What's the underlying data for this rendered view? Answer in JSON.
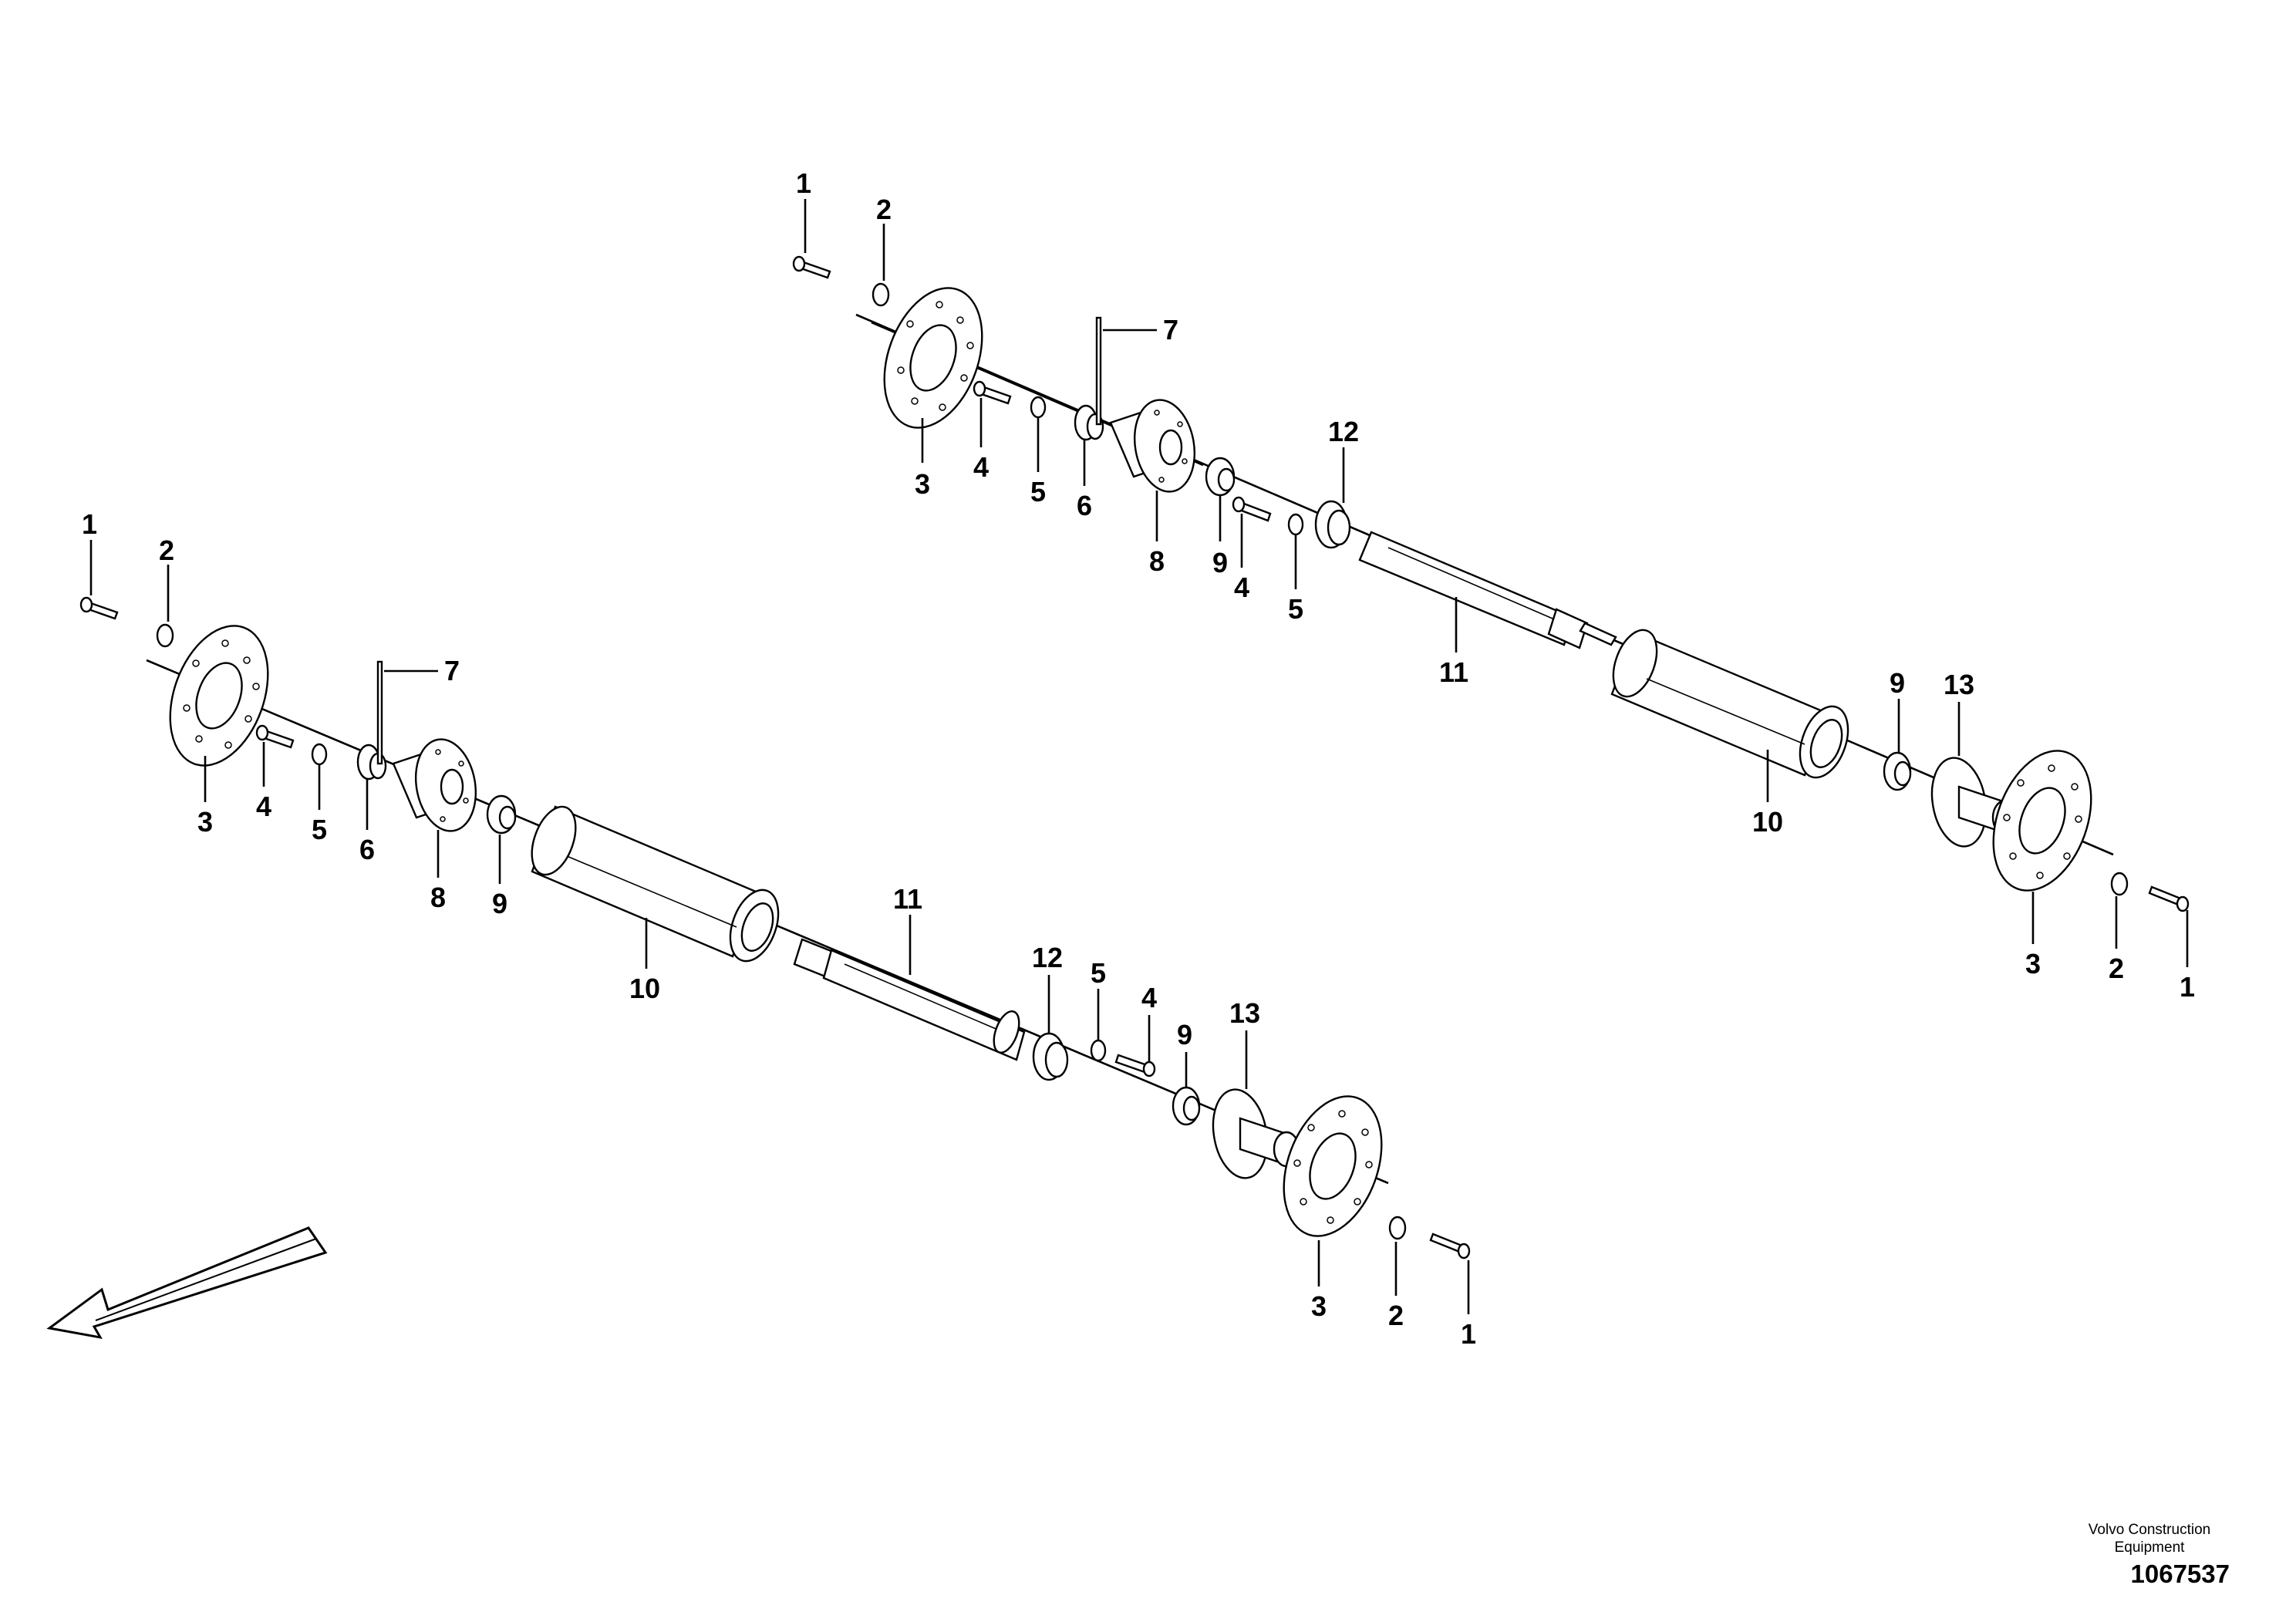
{
  "diagram": {
    "callouts": {
      "u1": "1",
      "u2": "2",
      "u3": "3",
      "u4": "4",
      "u5": "5",
      "u6": "6",
      "u7": "7",
      "u8": "8",
      "u9": "9",
      "u4b": "4",
      "u5b": "5",
      "u12": "12",
      "u11": "11",
      "u10": "10",
      "u9r": "9",
      "u13": "13",
      "u3r": "3",
      "u2r": "2",
      "u1r": "1",
      "l1": "1",
      "l2": "2",
      "l3": "3",
      "l4": "4",
      "l5": "5",
      "l6": "6",
      "l7": "7",
      "l8": "8",
      "l9": "9",
      "l10": "10",
      "l11": "11",
      "l12": "12",
      "l5b": "5",
      "l4b": "4",
      "l9r": "9",
      "l13": "13",
      "l3r": "3",
      "l2r": "2",
      "l1r": "1"
    },
    "direction_arrow": "arrow-icon"
  },
  "footer": {
    "company_line1": "Volvo Construction",
    "company_line2": "Equipment",
    "drawing_number": "1067537"
  }
}
